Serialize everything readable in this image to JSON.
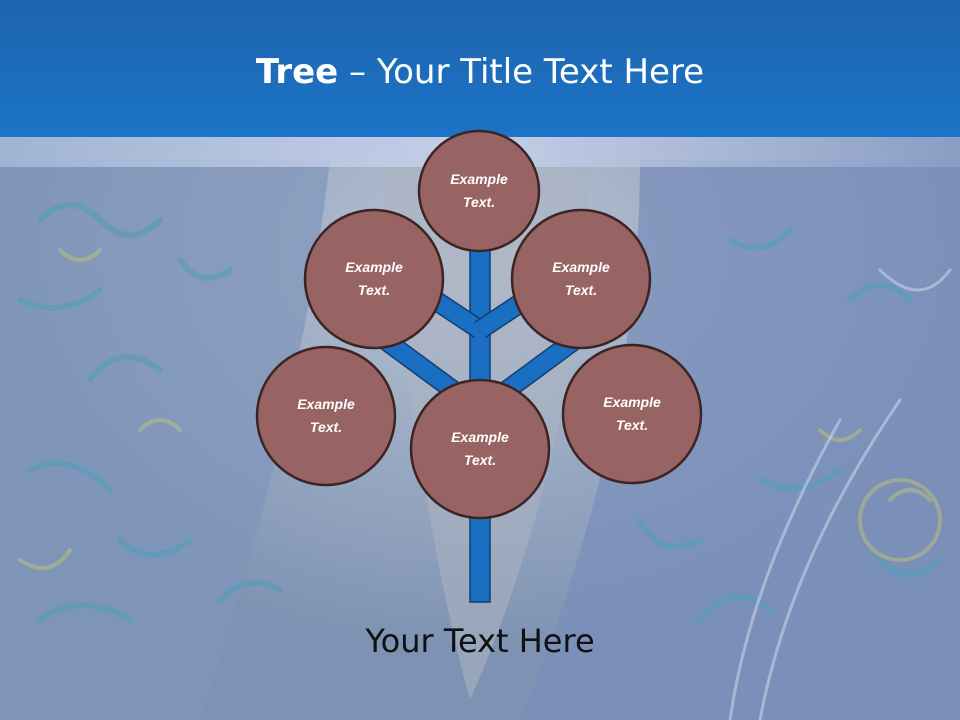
{
  "slide": {
    "title_bold": "Tree",
    "title_rest": " – Your Title Text Here",
    "footer": "Your Text Here"
  },
  "tree": {
    "nodes": [
      {
        "id": "top",
        "line1": "Example",
        "line2": "Text."
      },
      {
        "id": "upper-left",
        "line1": "Example",
        "line2": "Text."
      },
      {
        "id": "upper-right",
        "line1": "Example",
        "line2": "Text."
      },
      {
        "id": "lower-left",
        "line1": "Example",
        "line2": "Text."
      },
      {
        "id": "center",
        "line1": "Example",
        "line2": "Text."
      },
      {
        "id": "lower-right",
        "line1": "Example",
        "line2": "Text."
      }
    ]
  },
  "colors": {
    "header": "#1f64ad",
    "node_fill": "#986363",
    "node_stroke": "#3d2424",
    "branch": "#1a6fc2",
    "branch_stroke": "#103e73"
  }
}
